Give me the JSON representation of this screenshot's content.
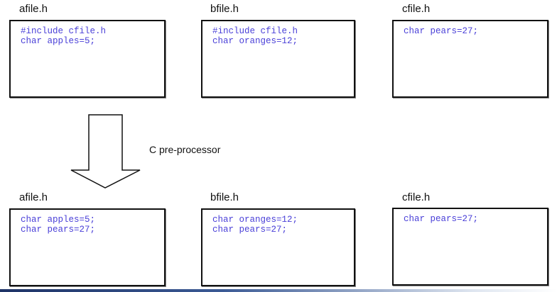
{
  "before": [
    {
      "filename": "afile.h",
      "lines": [
        "#include cfile.h",
        "char apples=5;"
      ]
    },
    {
      "filename": "bfile.h",
      "lines": [
        "#include cfile.h",
        "char oranges=12;"
      ]
    },
    {
      "filename": "cfile.h",
      "lines": [
        "char pears=27;"
      ]
    }
  ],
  "after": [
    {
      "filename": "afile.h",
      "lines": [
        "char apples=5;",
        "char pears=27;"
      ]
    },
    {
      "filename": "bfile.h",
      "lines": [
        "char oranges=12;",
        "char pears=27;"
      ]
    },
    {
      "filename": "cfile.h",
      "lines": [
        "char pears=27;"
      ]
    }
  ],
  "arrow_label": "C pre-processor",
  "colors": {
    "code": "#4a40d8",
    "border": "#111111"
  }
}
